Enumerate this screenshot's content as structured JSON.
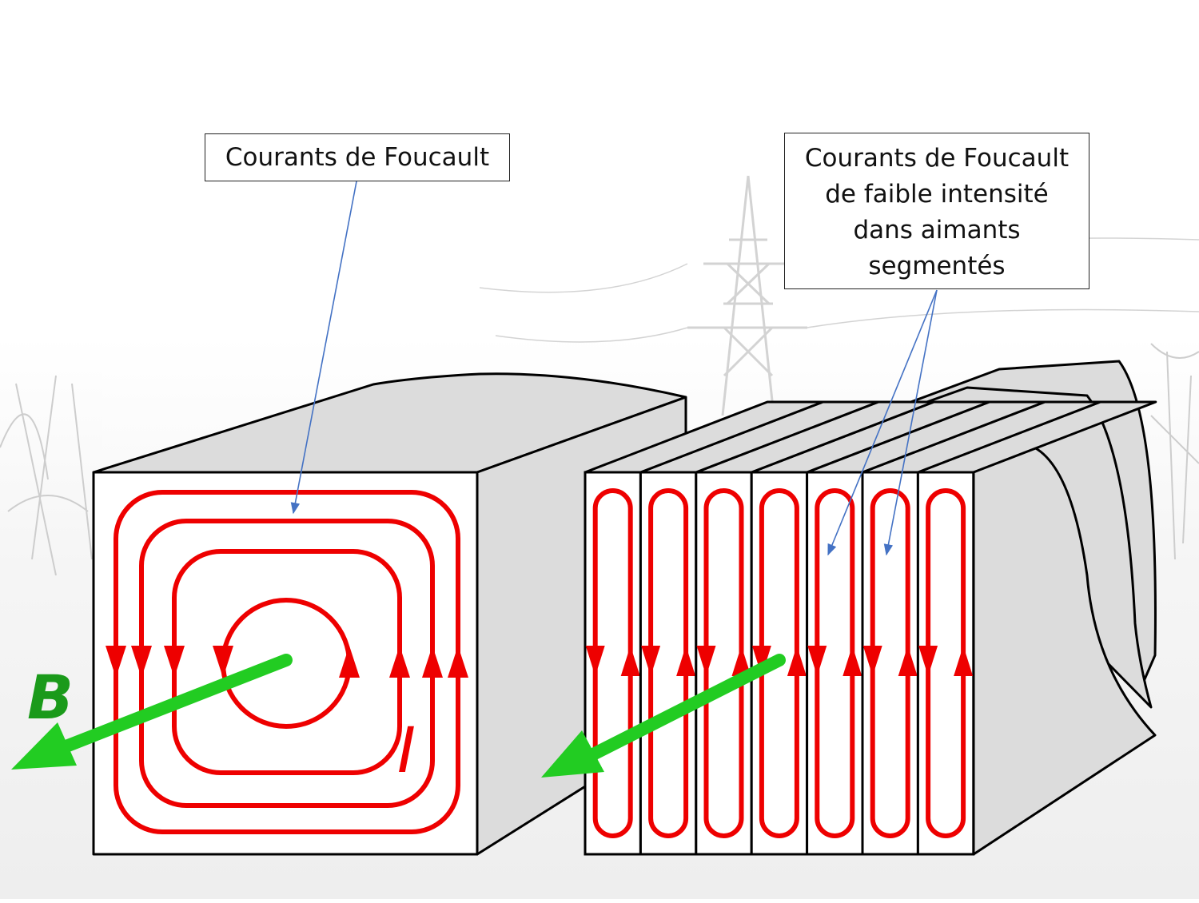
{
  "labels": {
    "eddy_currents": "Courants de Foucault",
    "segmented_lines": [
      "Courants de Foucault",
      "de faible intensité",
      "dans aimants",
      "segmentés"
    ],
    "field_symbol": "B",
    "current_symbol": "I"
  },
  "colors": {
    "current": "#ee0000",
    "field": "#22cc22",
    "block_side": "#dcdcdc",
    "leader": "#4472c4"
  },
  "segment_count": 7
}
